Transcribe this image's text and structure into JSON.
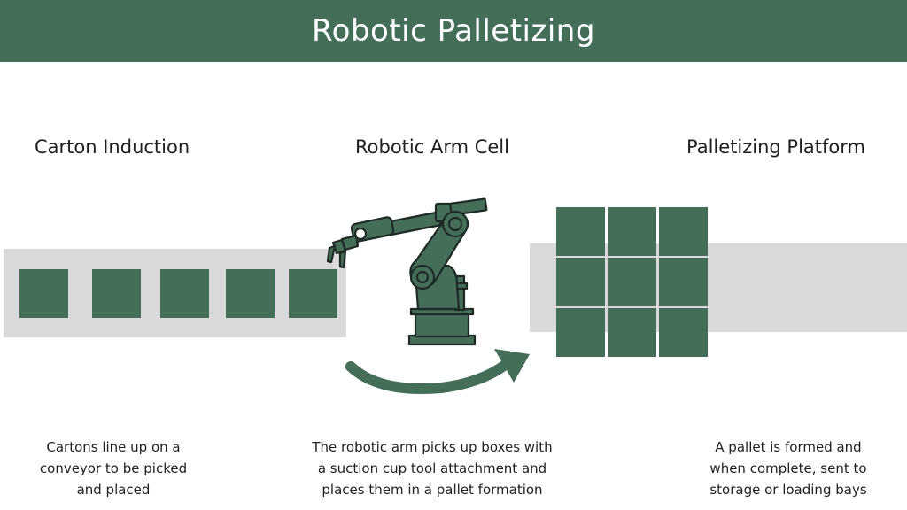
{
  "title": "Robotic Palletizing",
  "colors": {
    "brand_green": "#446e58",
    "conveyor_gray": "#d9d9d9",
    "arm_outline": "#1e2a24",
    "white": "#ffffff"
  },
  "sections": [
    {
      "heading": "Carton Induction",
      "description": [
        "Cartons line up on a",
        "conveyor to be picked",
        "and placed"
      ]
    },
    {
      "heading": "Robotic Arm Cell",
      "description": [
        "The robotic arm picks up boxes with",
        "a suction cup tool attachment and",
        "places them in a pallet formation"
      ]
    },
    {
      "heading": "Palletizing Platform",
      "description": [
        "A pallet is formed and",
        "when complete, sent to",
        "storage or loading bays"
      ]
    }
  ],
  "icons": {
    "robot_arm": "robotic-arm-icon",
    "flow_arrow": "curved-arrow-icon"
  }
}
